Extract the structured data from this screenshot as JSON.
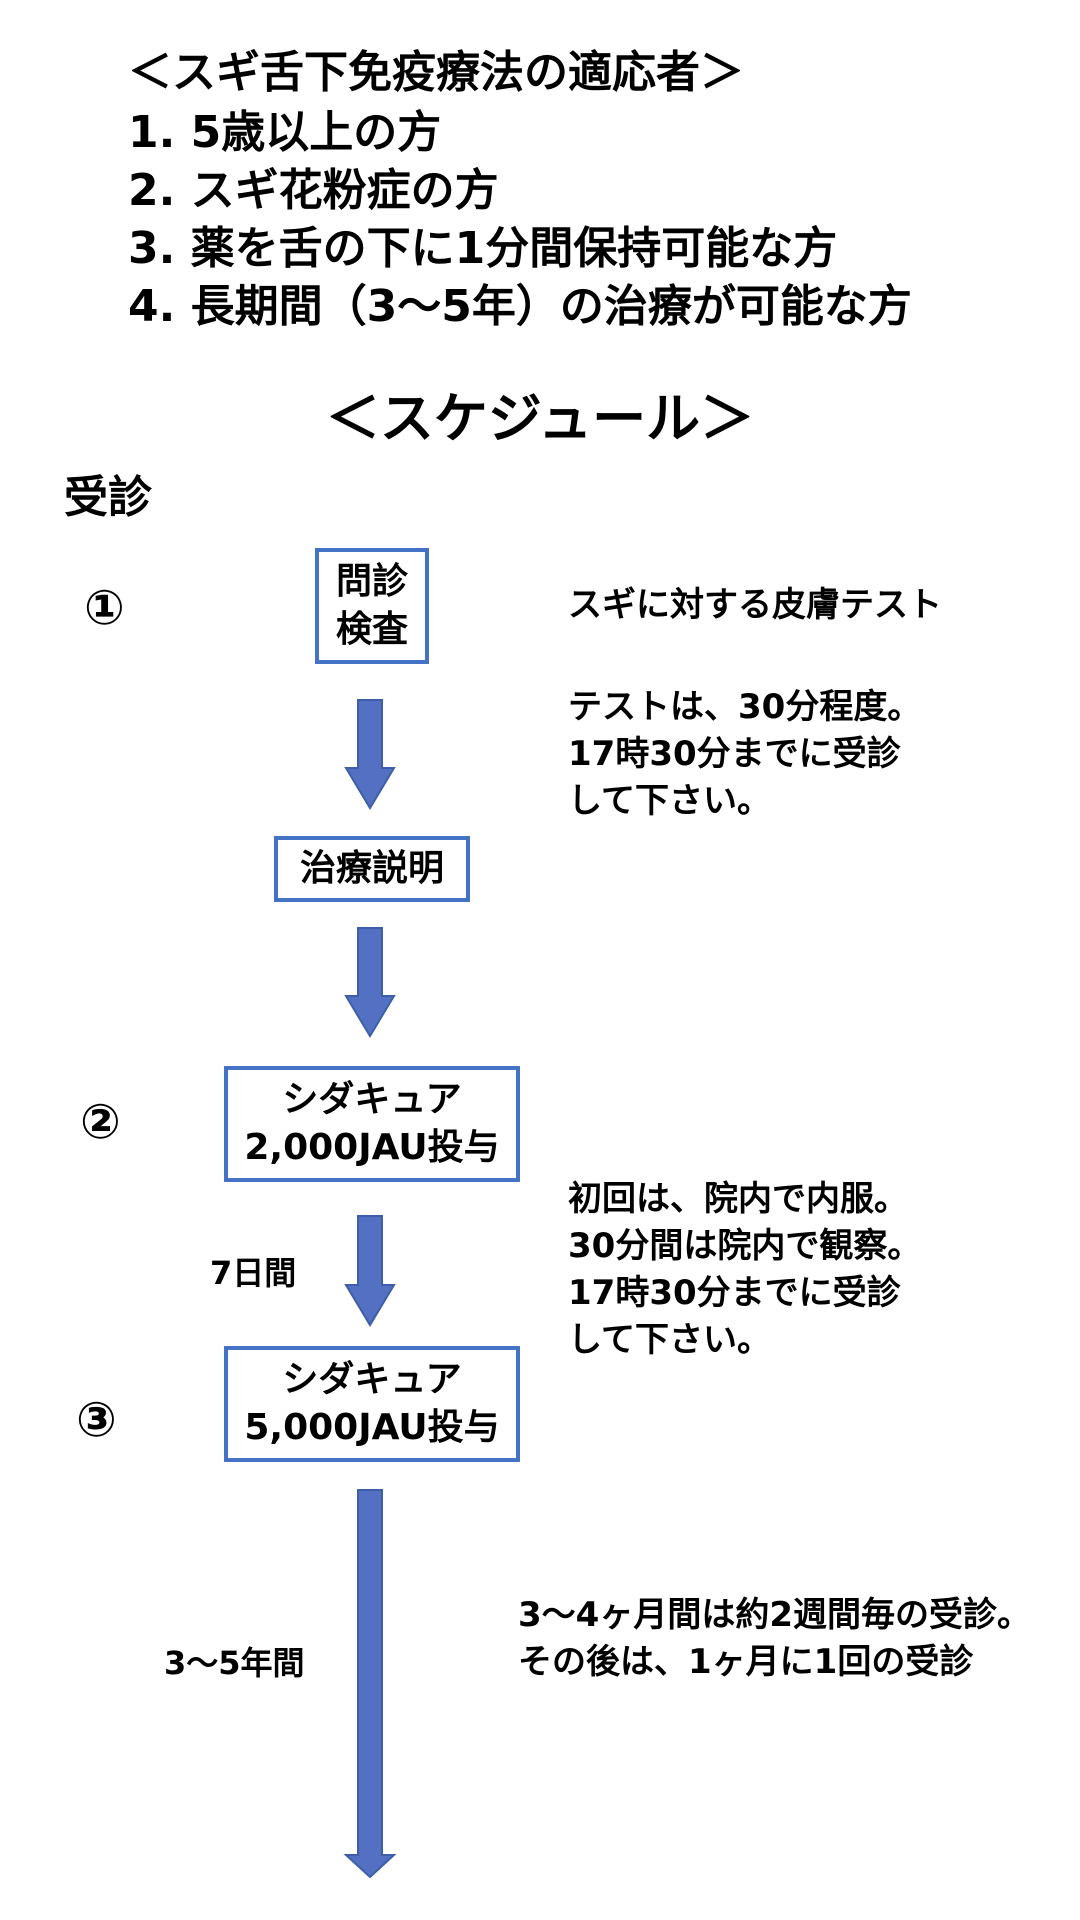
{
  "indications": {
    "title": "＜スギ舌下免疫療法の適応者＞",
    "items": [
      "1. 5歳以上の方",
      "2. スギ花粉症の方",
      "3. 薬を舌の下に1分間保持可能な方",
      "4. 長期間（3〜5年）の治療が可能な方"
    ]
  },
  "schedule": {
    "title": "＜スケジュール＞",
    "visit_label": "受診",
    "numbers": [
      "①",
      "②",
      "③"
    ],
    "steps": {
      "exam": [
        "問診",
        "検査"
      ],
      "explanation": "治療説明",
      "dose1": [
        "シダキュア",
        "2,000JAU投与"
      ],
      "dose2": [
        "シダキュア",
        "5,000JAU投与"
      ]
    },
    "durations": {
      "week": "7日間",
      "years": "3〜5年間"
    },
    "notes": {
      "skin_test": "スギに対する皮膚テスト",
      "test_time": [
        "テストは、30分程度。",
        "17時30分までに受診",
        "して下さい。"
      ],
      "first_dose": [
        "初回は、院内で内服。",
        "30分間は院内で観察。",
        "17時30分までに受診",
        "して下さい。"
      ],
      "followup": [
        "3〜4ヶ月間は約2週間毎の受診。",
        "その後は、1ヶ月に1回の受診"
      ]
    }
  },
  "colors": {
    "box_border": "#4472c4",
    "arrow_fill": "#5470c2",
    "arrow_stroke": "#3e5ea8"
  }
}
